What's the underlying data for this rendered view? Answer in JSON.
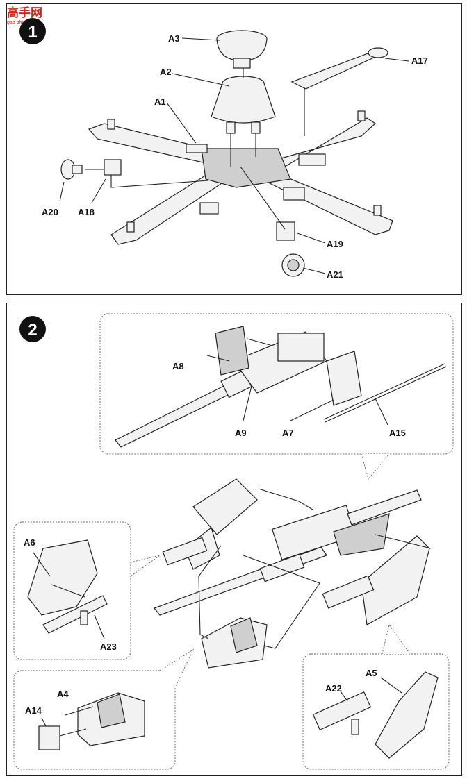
{
  "watermark": {
    "title": "高手网",
    "url": "gao-shou.com"
  },
  "steps": [
    {
      "number": "1",
      "labels": [
        "A3",
        "A2",
        "A1",
        "A17",
        "A20",
        "A18",
        "A19",
        "A21"
      ]
    },
    {
      "number": "2",
      "labels": [
        "A8",
        "A9",
        "A7",
        "A15",
        "A6",
        "A23",
        "A4",
        "A14",
        "A22",
        "A5"
      ]
    }
  ],
  "colors": {
    "ink": "#222222",
    "watermark": "#d0261c",
    "fill": "#f2f2f2"
  }
}
